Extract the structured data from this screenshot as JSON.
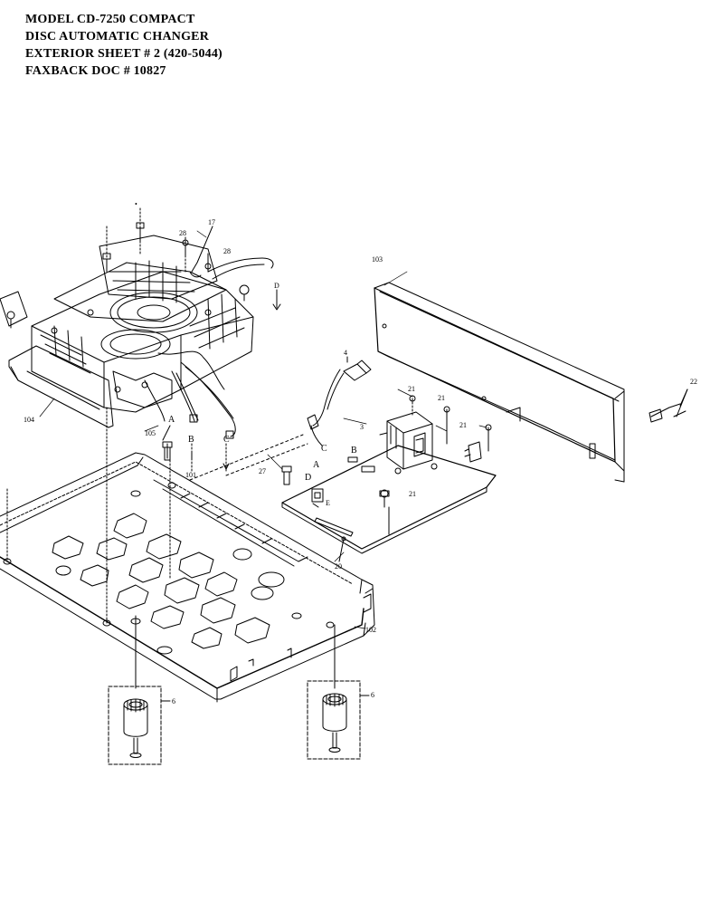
{
  "header": {
    "lines": [
      "MODEL CD-7250 COMPACT",
      "DISC AUTOMATIC CHANGER",
      "EXTERIOR SHEET # 2 (420-5044)",
      "FAXBACK DOC # 10827"
    ]
  },
  "callouts": {
    "c_top_dot": "•",
    "c17": "17",
    "c28a": "28",
    "c28b": "28",
    "cD_top": "D",
    "c103": "103",
    "c4": "4",
    "c21a": "21",
    "c21b": "21",
    "c21c": "21",
    "c21d": "21",
    "c22": "22",
    "c3": "3",
    "c104": "104",
    "c105": "105",
    "cA1": "A",
    "cB1": "B",
    "cC1": "C",
    "c101": "101",
    "c27": "27",
    "cC2": "C",
    "cA2": "A",
    "cB2": "B",
    "cD2": "D",
    "cE2": "E",
    "c20": "20",
    "c102": "102",
    "c6a": "6",
    "c6b": "6"
  }
}
